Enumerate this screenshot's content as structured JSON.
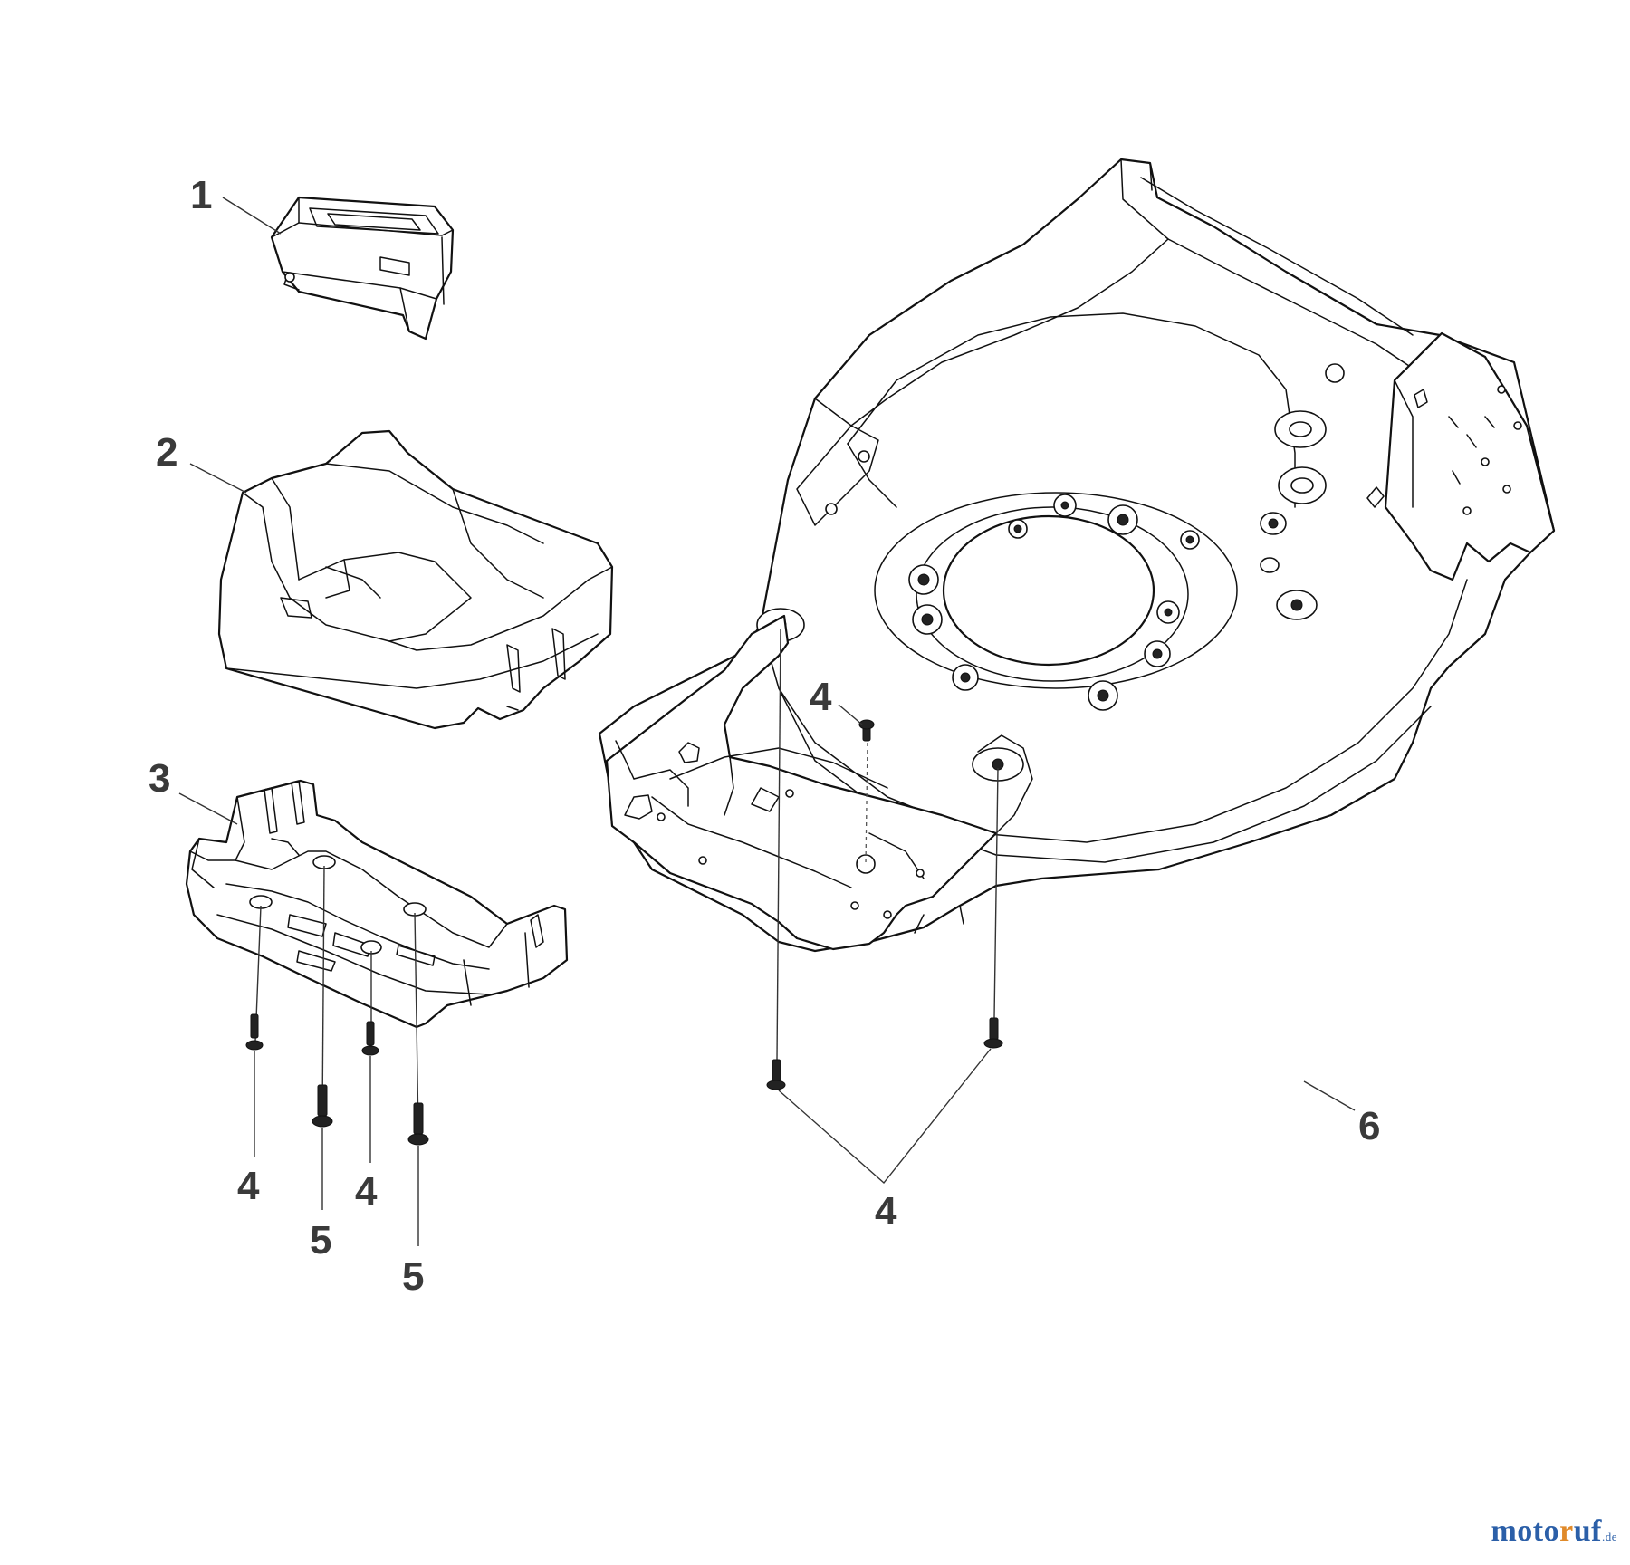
{
  "callouts": {
    "c1": "1",
    "c2": "2",
    "c3": "3",
    "c4a": "4",
    "c4b": "4",
    "c4c": "4",
    "c4d": "4",
    "c5a": "5",
    "c5b": "5",
    "c6": "6"
  },
  "logo": {
    "part1": "moto",
    "part2": "r",
    "part3": "uf",
    "tld": ".de"
  },
  "colors": {
    "logo_primary": "#2b5fa8",
    "logo_accent": "#e08a2a"
  }
}
